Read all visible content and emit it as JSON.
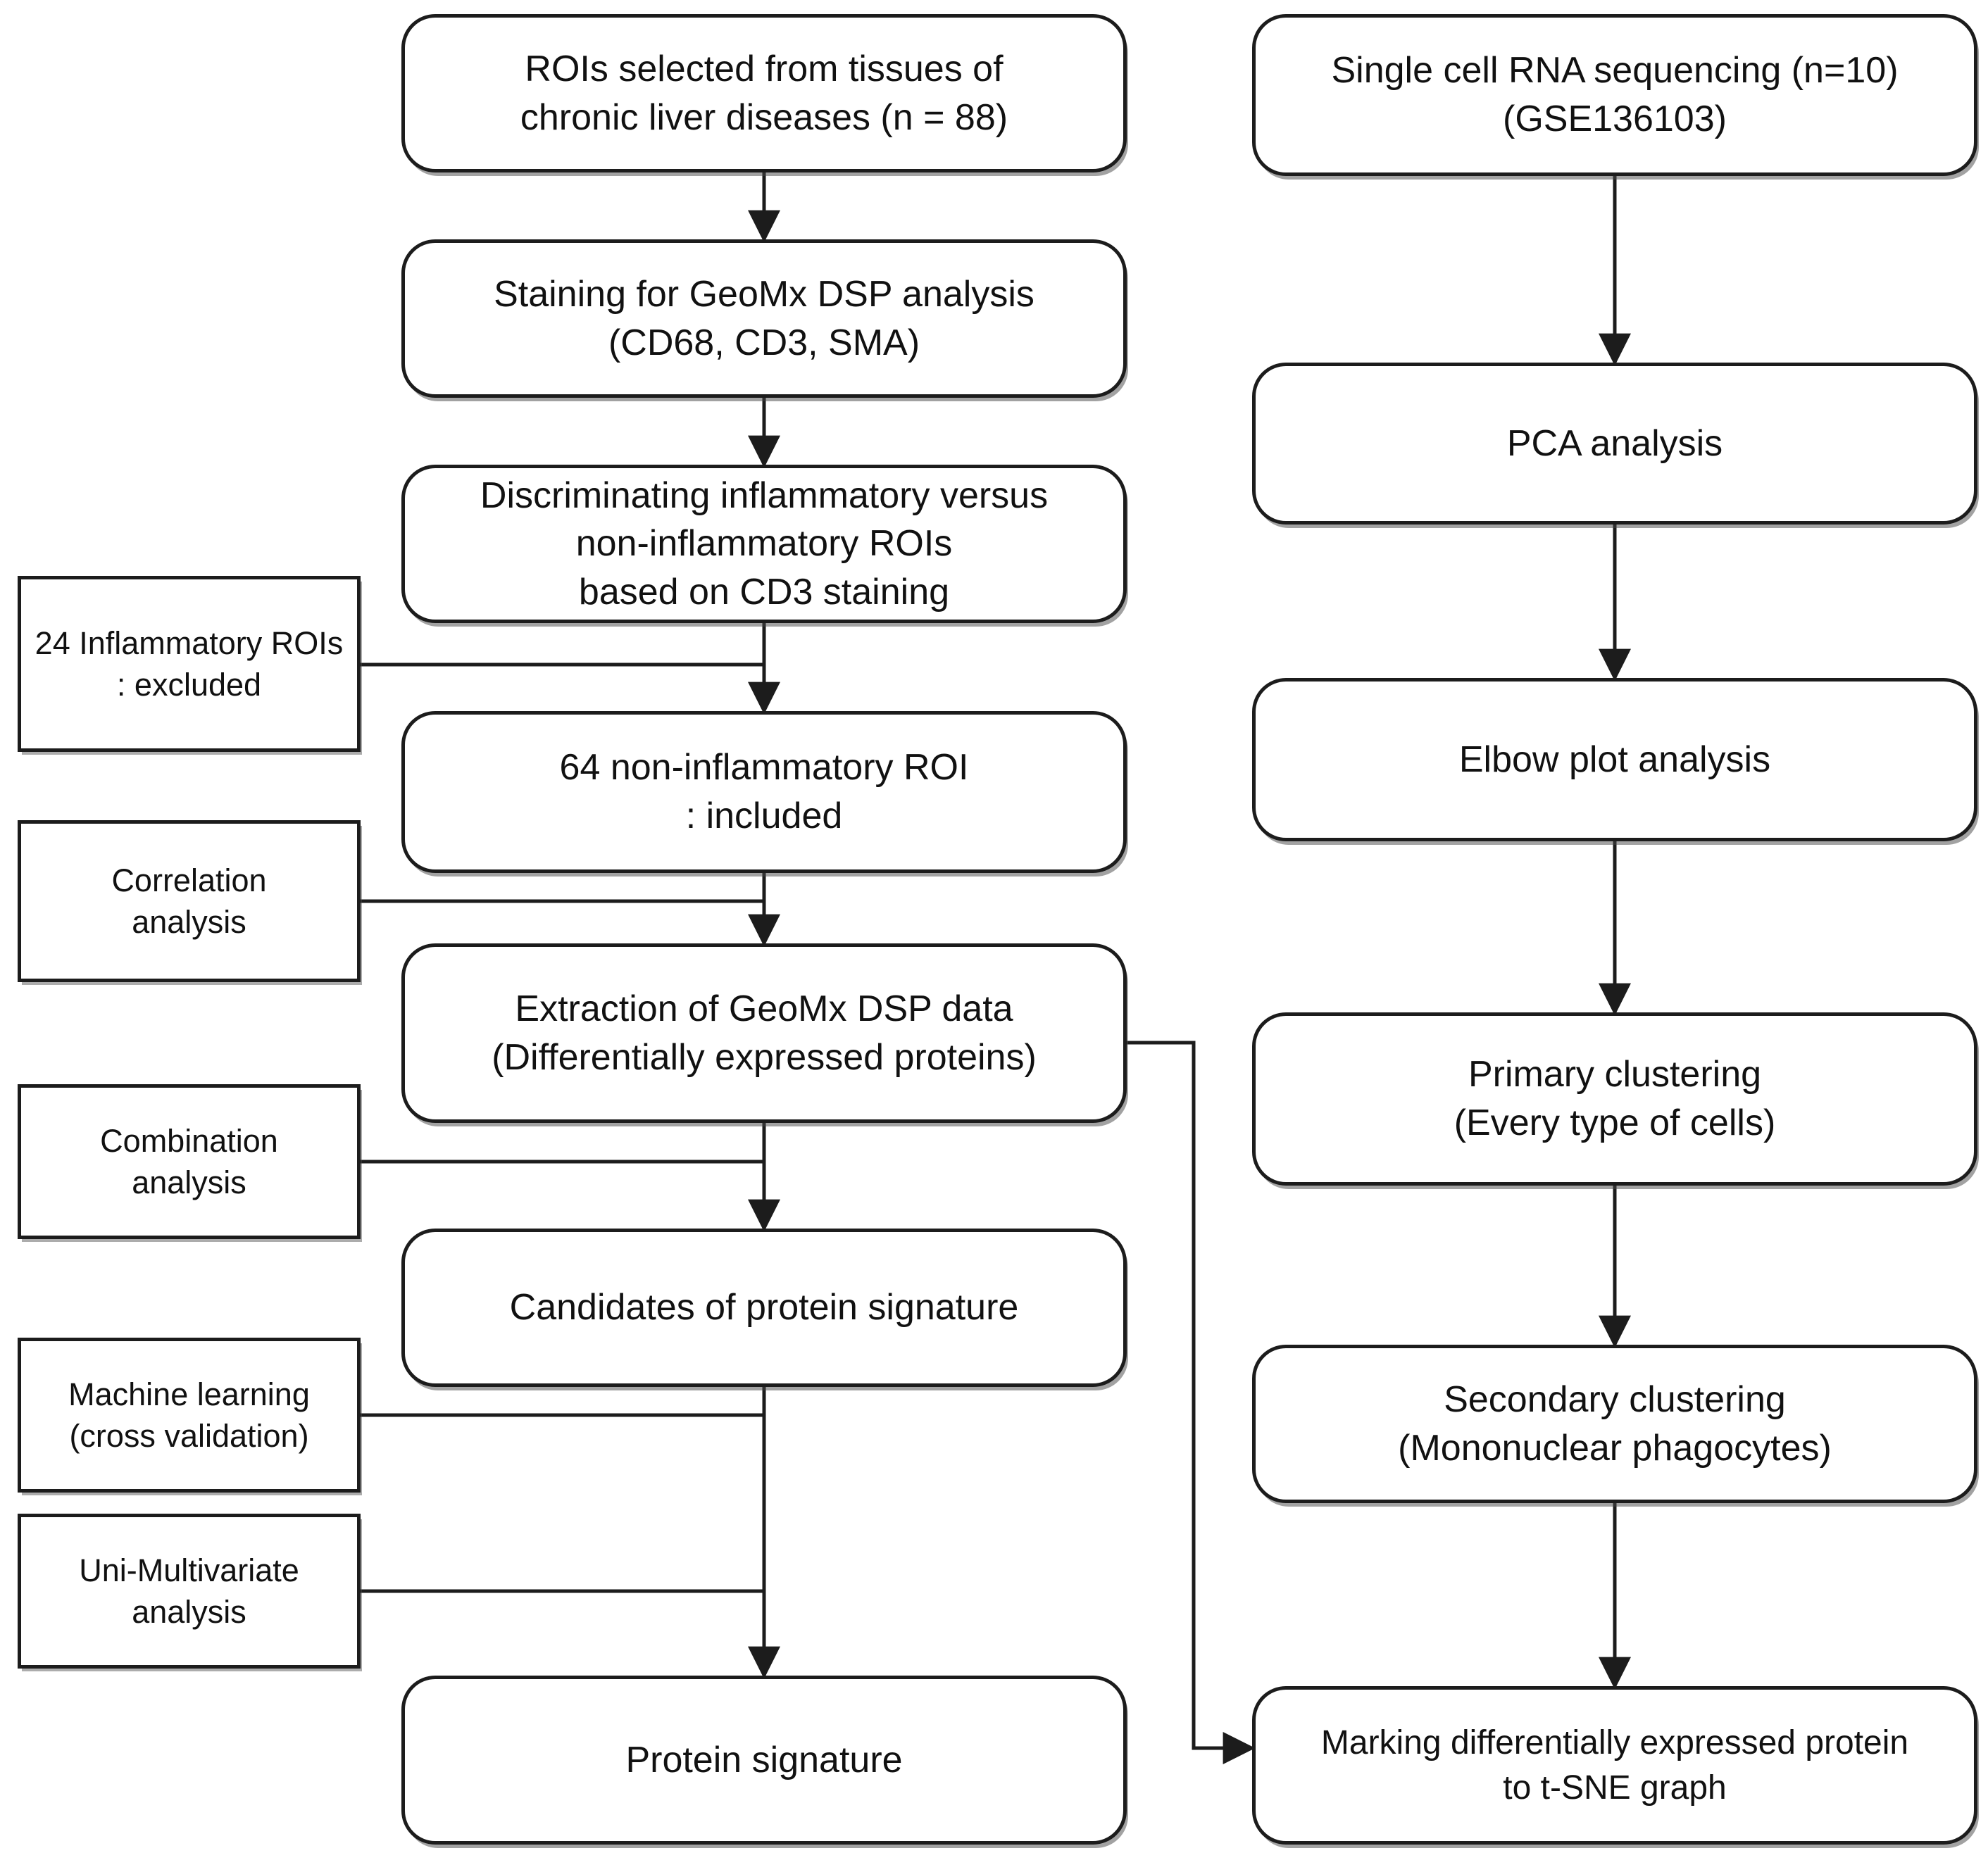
{
  "colors": {
    "background": "#ffffff",
    "line": "#1c1c1c",
    "text": "#111111"
  },
  "left_column": {
    "boxes": [
      {
        "name": "rois-selected",
        "label": "ROIs selected from tissues of\nchronic liver diseases (n = 88)"
      },
      {
        "name": "staining-geomx",
        "label": "Staining for GeoMx DSP analysis\n(CD68, CD3, SMA)"
      },
      {
        "name": "discriminating",
        "label": "Discriminating inflammatory versus\nnon-inflammatory ROIs\nbased on CD3 staining"
      },
      {
        "name": "noninflammatory-included",
        "label": "64 non-inflammatory ROI\n: included"
      },
      {
        "name": "extraction-dsp",
        "label": "Extraction of GeoMx DSP data\n(Differentially expressed proteins)"
      },
      {
        "name": "candidates",
        "label": "Candidates of protein signature"
      },
      {
        "name": "protein-signature",
        "label": "Protein signature"
      }
    ]
  },
  "side_boxes": [
    {
      "name": "inflammatory-excluded",
      "label": "24 Inflammatory ROIs\n: excluded"
    },
    {
      "name": "correlation-analysis",
      "label": "Correlation\nanalysis"
    },
    {
      "name": "combination-analysis",
      "label": "Combination\nanalysis"
    },
    {
      "name": "machine-learning",
      "label": "Machine learning\n(cross validation)"
    },
    {
      "name": "uni-multivariate",
      "label": "Uni-Multivariate\nanalysis"
    }
  ],
  "right_column": {
    "boxes": [
      {
        "name": "scrna-seq",
        "label": "Single cell RNA sequencing (n=10)\n(GSE136103)"
      },
      {
        "name": "pca-analysis",
        "label": "PCA analysis"
      },
      {
        "name": "elbow-plot",
        "label": "Elbow plot analysis"
      },
      {
        "name": "primary-clustering",
        "label": "Primary clustering\n(Every type of cells)"
      },
      {
        "name": "secondary-clustering",
        "label": "Secondary clustering\n(Mononuclear phagocytes)"
      },
      {
        "name": "marking-tsne",
        "label": "Marking differentially expressed protein\nto t-SNE graph"
      }
    ]
  }
}
